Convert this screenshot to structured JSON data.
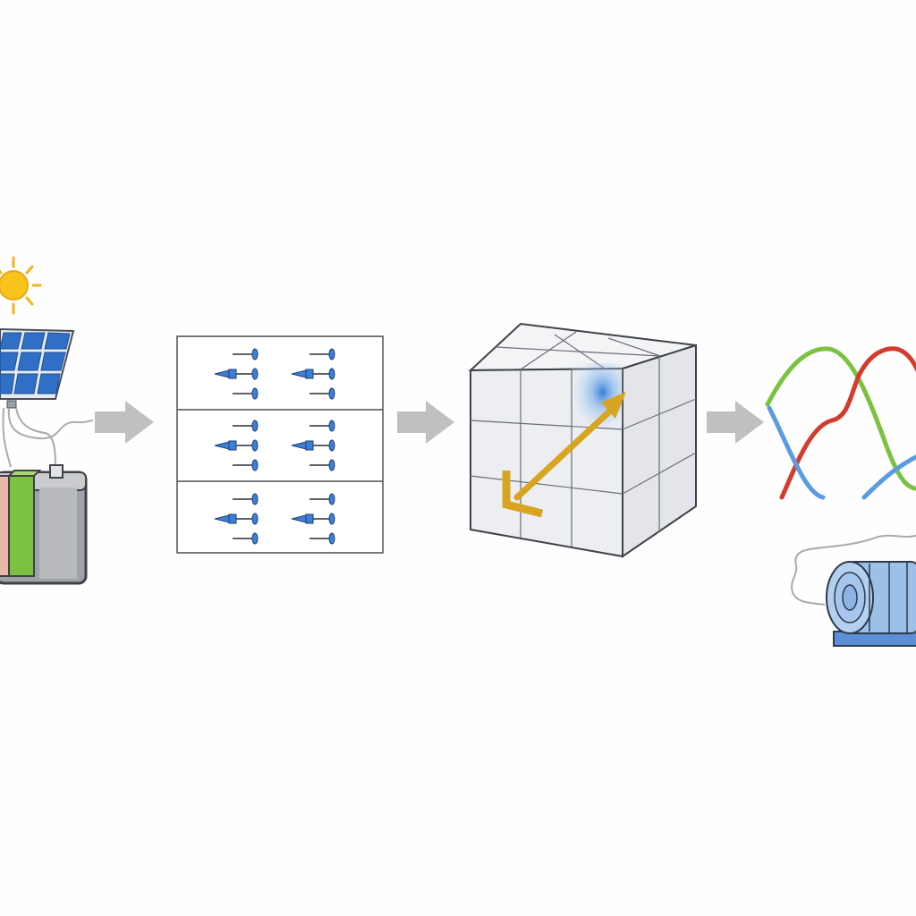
{
  "diagram": {
    "stages": [
      {
        "id": "source",
        "icon": "solar-panel-battery-icon"
      },
      {
        "id": "converter",
        "icon": "switch-matrix-icon"
      },
      {
        "id": "storage",
        "icon": "cube-grid-icon"
      },
      {
        "id": "output",
        "icon": "three-phase-motor-icon"
      }
    ],
    "colors": {
      "sun": "#f7c31c",
      "panel_cell": "#2f6fc6",
      "battery_green": "#7cc242",
      "battery_pink": "#e8b8a8",
      "battery_gray": "#a7a9ab",
      "switch_blue": "#3d7fd6",
      "cube_face": "#eef0f4",
      "cube_arrow": "#d9a520",
      "wave_green": "#7cc242",
      "wave_red": "#d33b2c",
      "wave_blue": "#5b9be0",
      "motor_blue": "#9cc0e8",
      "flow_arrow": "#c0c0c0"
    }
  }
}
